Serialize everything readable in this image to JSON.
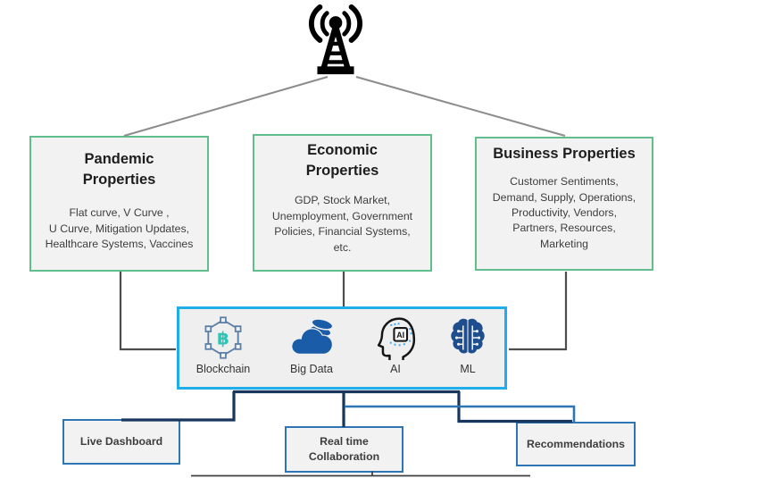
{
  "colors": {
    "green_border": "#5FBE8B",
    "box_fill": "#F2F2F2",
    "cyan_border": "#1FAEE9",
    "navy": "#17365D",
    "medium_blue": "#2E75B6",
    "gray_line": "#8C8C8C",
    "dark_gray_line": "#4D4D4D",
    "bottom_line": "#404040",
    "tower_black": "#000000",
    "teal": "#2EC4B6",
    "node_blue": "#5B7FA6",
    "data_blue": "#1A5CA8",
    "head_black": "#161616",
    "dot_blue": "#3FA9F5",
    "brain_blue": "#1F4E8F"
  },
  "tower": {
    "icon": "radio-tower-icon"
  },
  "property_boxes": [
    {
      "title": "Pandemic\nProperties",
      "body": "Flat curve, V Curve ,\nU Curve, Mitigation Updates,\nHealthcare Systems, Vaccines"
    },
    {
      "title": "Economic\nProperties",
      "body": "GDP, Stock Market,\nUnemployment, Government\nPolicies,  Financial Systems,\netc."
    },
    {
      "title": "Business Properties",
      "body": "Customer Sentiments,\nDemand, Supply, Operations,\nProductivity, Vendors,\nPartners, Resources,\nMarketing"
    }
  ],
  "tech_box": {
    "items": [
      {
        "label": "Blockchain",
        "icon": "blockchain-icon"
      },
      {
        "label": "Big Data",
        "icon": "big-data-icon"
      },
      {
        "label": "AI",
        "icon": "ai-head-icon"
      },
      {
        "label": "ML",
        "icon": "ml-brain-icon"
      }
    ],
    "bitcoin_symbol": "฿",
    "ai_chip_label": "AI"
  },
  "output_boxes": [
    {
      "label": "Live Dashboard"
    },
    {
      "label": "Real time\nCollaboration"
    },
    {
      "label": "Recommendations"
    }
  ]
}
